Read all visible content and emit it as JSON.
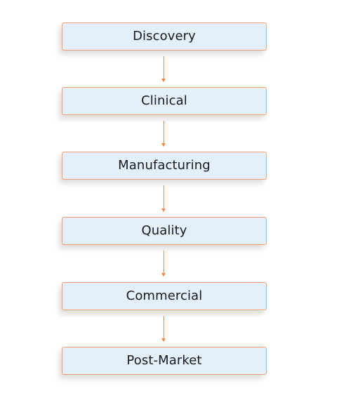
{
  "diagram": {
    "stages": [
      {
        "label": "Discovery"
      },
      {
        "label": "Clinical"
      },
      {
        "label": "Manufacturing"
      },
      {
        "label": "Quality"
      },
      {
        "label": "Commercial"
      },
      {
        "label": "Post-Market"
      }
    ],
    "colors": {
      "node_fill": "#e3effa",
      "node_border": "#f0a070",
      "connector": "#f08a4b",
      "text": "#1a1a1a"
    }
  }
}
